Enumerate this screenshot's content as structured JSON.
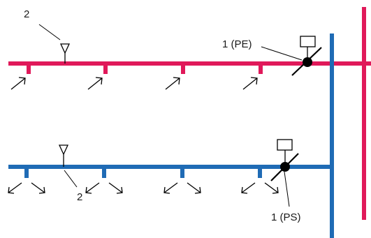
{
  "labels": {
    "top_sensor": "2",
    "top_damper": "1 (PE)",
    "bottom_sensor": "2",
    "bottom_damper": "1 (PS)"
  },
  "colors": {
    "exhaust": "#e0195a",
    "supply": "#1f6bb5",
    "ink": "#000000"
  },
  "icons": [
    "sensor-icon",
    "damper-icon",
    "actuator-icon",
    "exhaust-arrow-icon",
    "supply-diffuser-arrow-icon"
  ]
}
